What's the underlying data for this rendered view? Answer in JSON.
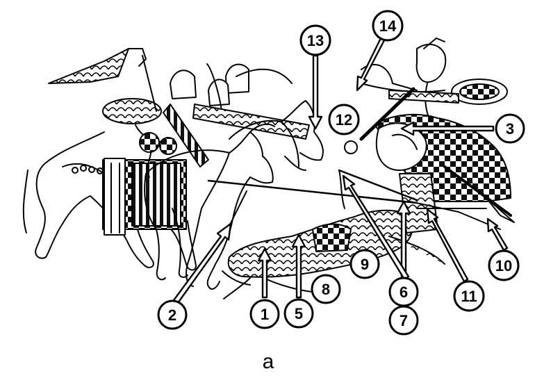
{
  "figure": {
    "caption": "a",
    "callouts": [
      {
        "id": "1",
        "label": "1"
      },
      {
        "id": "2",
        "label": "2"
      },
      {
        "id": "3",
        "label": "3"
      },
      {
        "id": "5",
        "label": "5"
      },
      {
        "id": "6",
        "label": "6"
      },
      {
        "id": "7",
        "label": "7"
      },
      {
        "id": "8",
        "label": "8"
      },
      {
        "id": "9",
        "label": "9"
      },
      {
        "id": "10",
        "label": "10"
      },
      {
        "id": "11",
        "label": "11"
      },
      {
        "id": "12",
        "label": "12"
      },
      {
        "id": "13",
        "label": "13"
      },
      {
        "id": "14",
        "label": "14"
      }
    ]
  }
}
